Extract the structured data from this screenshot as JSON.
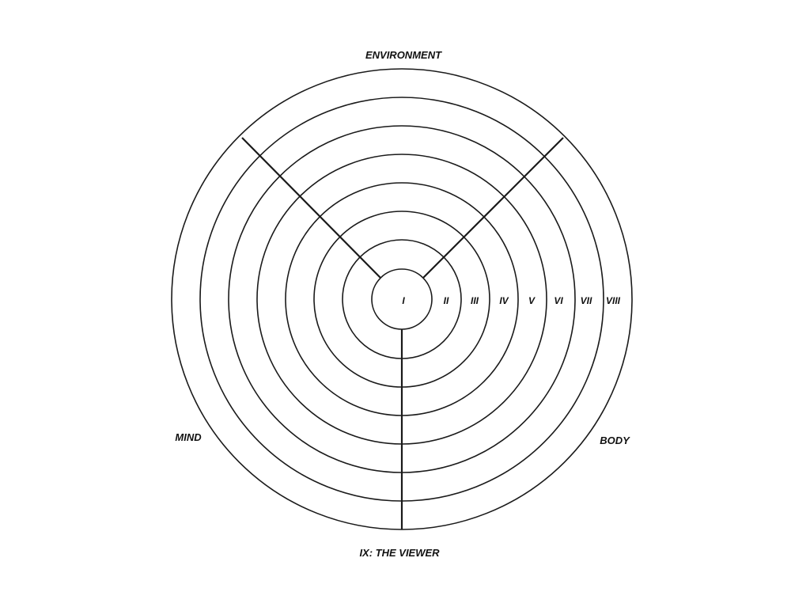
{
  "labels": {
    "top": "ENVIRONMENT",
    "left": "MIND",
    "right": "BODY",
    "bottom": "IX: THE VIEWER"
  },
  "rings": [
    {
      "numeral": "I"
    },
    {
      "numeral": "II"
    },
    {
      "numeral": "III"
    },
    {
      "numeral": "IV"
    },
    {
      "numeral": "V"
    },
    {
      "numeral": "VI"
    },
    {
      "numeral": "VII"
    },
    {
      "numeral": "VIII"
    }
  ],
  "colors": {
    "stroke": "#1a1a1a",
    "text": "#111111",
    "background": "#ffffff"
  }
}
